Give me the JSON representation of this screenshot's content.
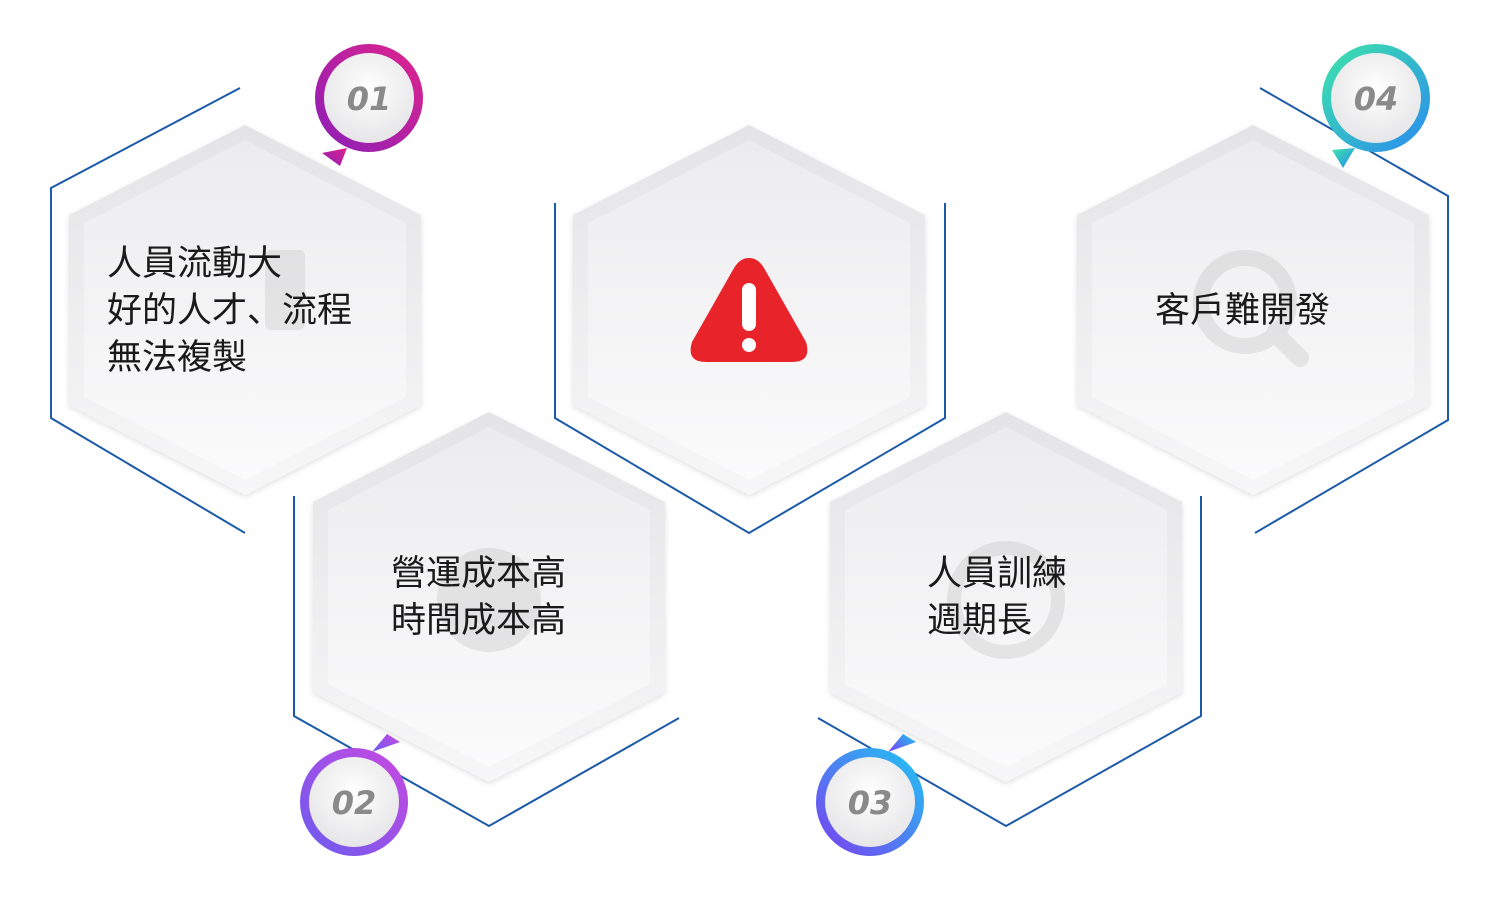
{
  "items": [
    {
      "number": "01",
      "lines": [
        "人員流動大",
        "好的人才、流程",
        "無法複製"
      ]
    },
    {
      "number": "02",
      "lines": [
        "營運成本高",
        "時間成本高"
      ]
    },
    {
      "number": "03",
      "lines": [
        "人員訓練",
        "週期長"
      ]
    },
    {
      "number": "04",
      "lines": [
        "客戶難開發"
      ]
    }
  ],
  "center": {
    "icon": "warning-icon"
  },
  "colors": {
    "outline": "#1c5aa8",
    "warning": "#e8232a",
    "badge01": [
      "#8a1fb8",
      "#e0238c"
    ],
    "badge02": [
      "#6b5cf0",
      "#c948e0"
    ],
    "badge03": [
      "#7b3cf0",
      "#1ec9f2"
    ],
    "badge04": [
      "#3ee6a8",
      "#2a8af0"
    ]
  }
}
